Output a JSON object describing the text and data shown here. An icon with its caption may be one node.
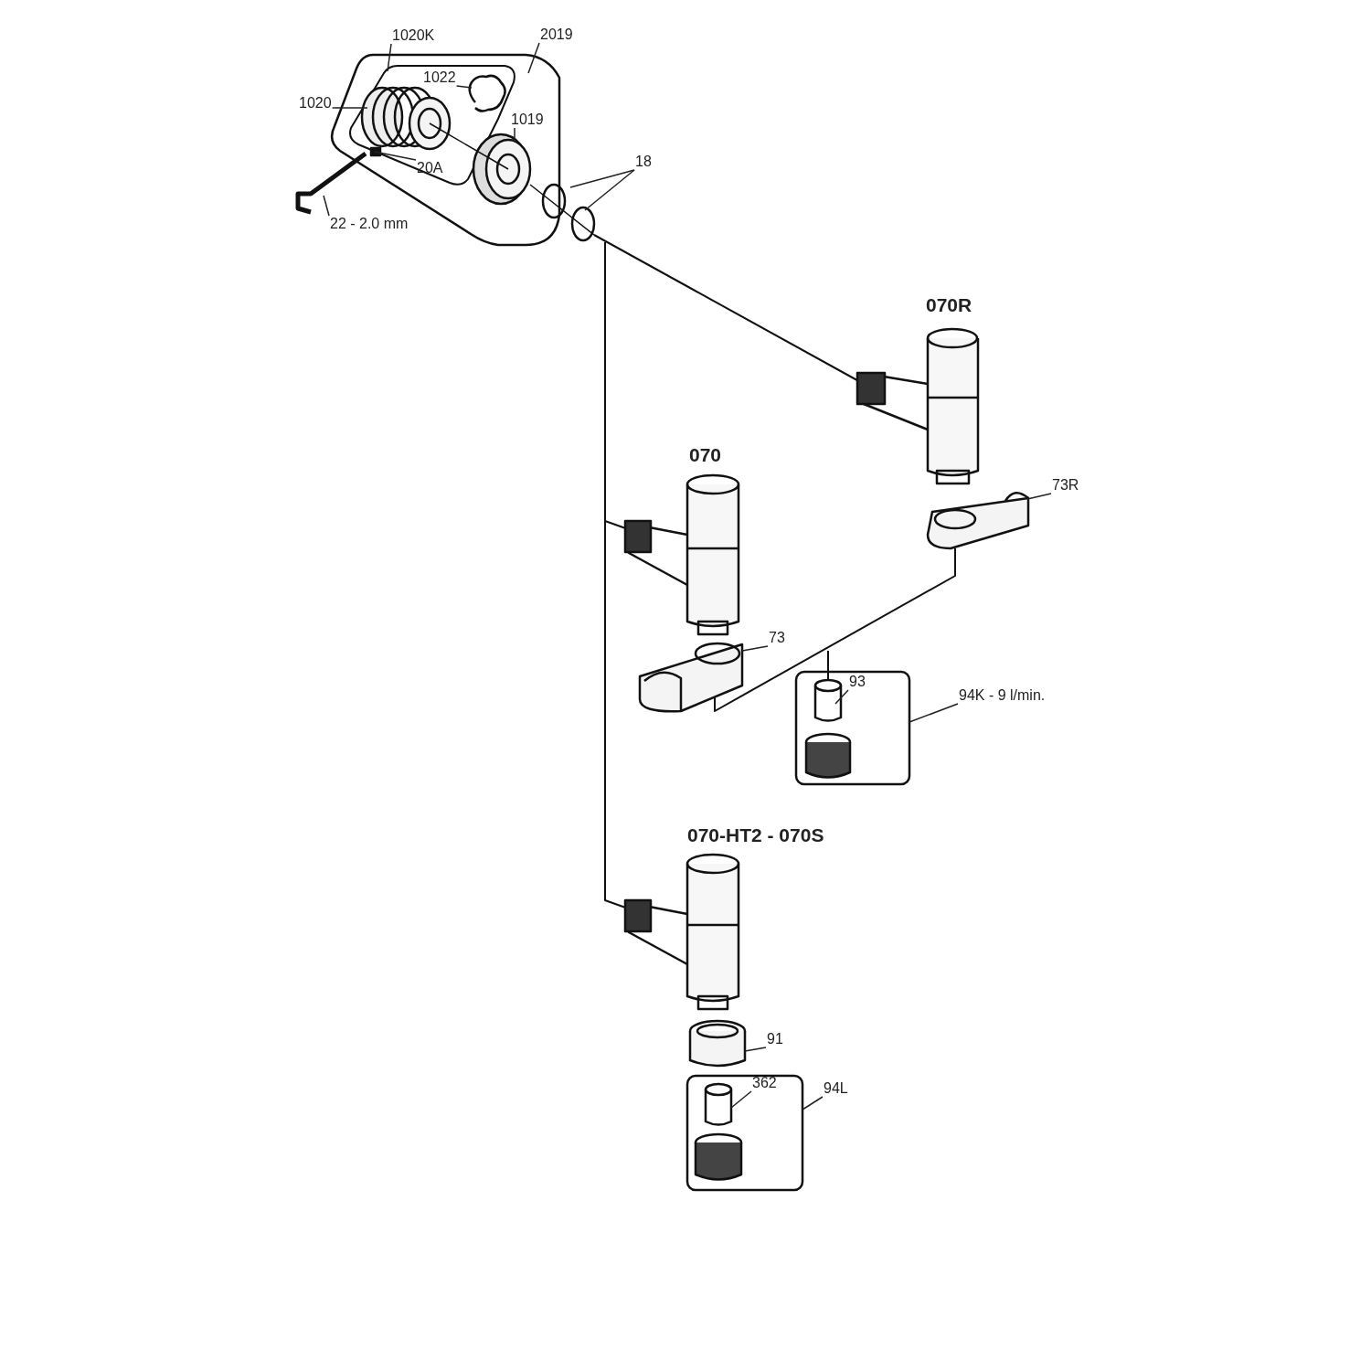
{
  "diagram": {
    "nodes": [
      {
        "text": [
          "1020K"
        ]
      },
      {
        "text": [
          "2019"
        ]
      },
      {
        "text": [
          "1022"
        ]
      },
      {
        "text": [
          "1020"
        ]
      },
      {
        "text": [
          "1019"
        ]
      },
      {
        "text": [
          "20A"
        ]
      },
      {
        "text": [
          "18"
        ]
      },
      {
        "text": [
          "22 - 2.0 mm"
        ]
      },
      {
        "text": [
          "73R"
        ]
      },
      {
        "text": [
          "73"
        ]
      },
      {
        "text": [
          "93"
        ]
      },
      {
        "text": [
          "94K - 9 l/min."
        ]
      },
      {
        "text": [
          "91"
        ]
      },
      {
        "text": [
          "362"
        ]
      },
      {
        "text": [
          "94L"
        ]
      }
    ],
    "edges": [
      {
        "from": 0,
        "to": null,
        "arrow": "none"
      },
      {
        "from": 1,
        "to": null,
        "arrow": "none"
      },
      {
        "from": 2,
        "to": null,
        "arrow": "none"
      },
      {
        "from": 3,
        "to": null,
        "arrow": "none"
      },
      {
        "from": 4,
        "to": null,
        "arrow": "none"
      },
      {
        "from": 5,
        "to": null,
        "arrow": "none"
      },
      {
        "from": 6,
        "to": null,
        "arrow": "none"
      },
      {
        "from": 6,
        "to": null,
        "arrow": "none"
      },
      {
        "from": 7,
        "to": null,
        "arrow": "none"
      },
      {
        "from": 8,
        "to": null,
        "arrow": "none"
      },
      {
        "from": 9,
        "to": null,
        "arrow": "none"
      },
      {
        "from": 10,
        "to": null,
        "arrow": "none"
      },
      {
        "from": 11,
        "to": null,
        "arrow": "none"
      },
      {
        "from": 12,
        "to": null,
        "arrow": "none"
      },
      {
        "from": 13,
        "to": null,
        "arrow": "none"
      },
      {
        "from": 14,
        "to": null,
        "arrow": "none"
      }
    ],
    "labels": [
      "070R",
      "070",
      "070-HT2 - 070S"
    ]
  }
}
